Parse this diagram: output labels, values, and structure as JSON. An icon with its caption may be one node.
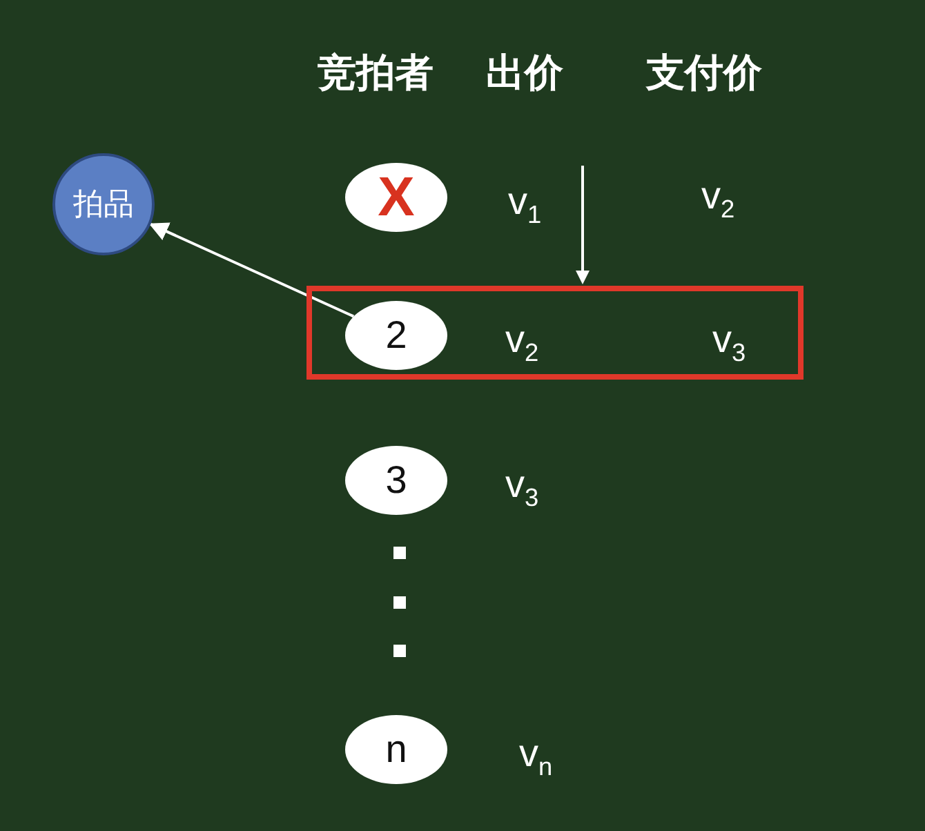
{
  "diagram": {
    "nodes": [
      {
        "text": [
          "拍品"
        ]
      },
      {
        "text": [
          "X"
        ]
      },
      {
        "text": [],
        "shape": "box"
      },
      {
        "text": [
          "2"
        ],
        "in": 2
      },
      {
        "text": [
          "3"
        ]
      },
      {
        "text": [
          "n"
        ]
      }
    ],
    "edges": [
      {
        "from": 3,
        "to": 0,
        "arrow": "to"
      }
    ],
    "labels": [
      "竞拍者",
      "出价",
      "支付价",
      "v$_{1}$",
      "v$_{2}$",
      "v$_{2}$",
      "v$_{3}$",
      "v$_{3}$",
      "v$_{n}$"
    ]
  }
}
